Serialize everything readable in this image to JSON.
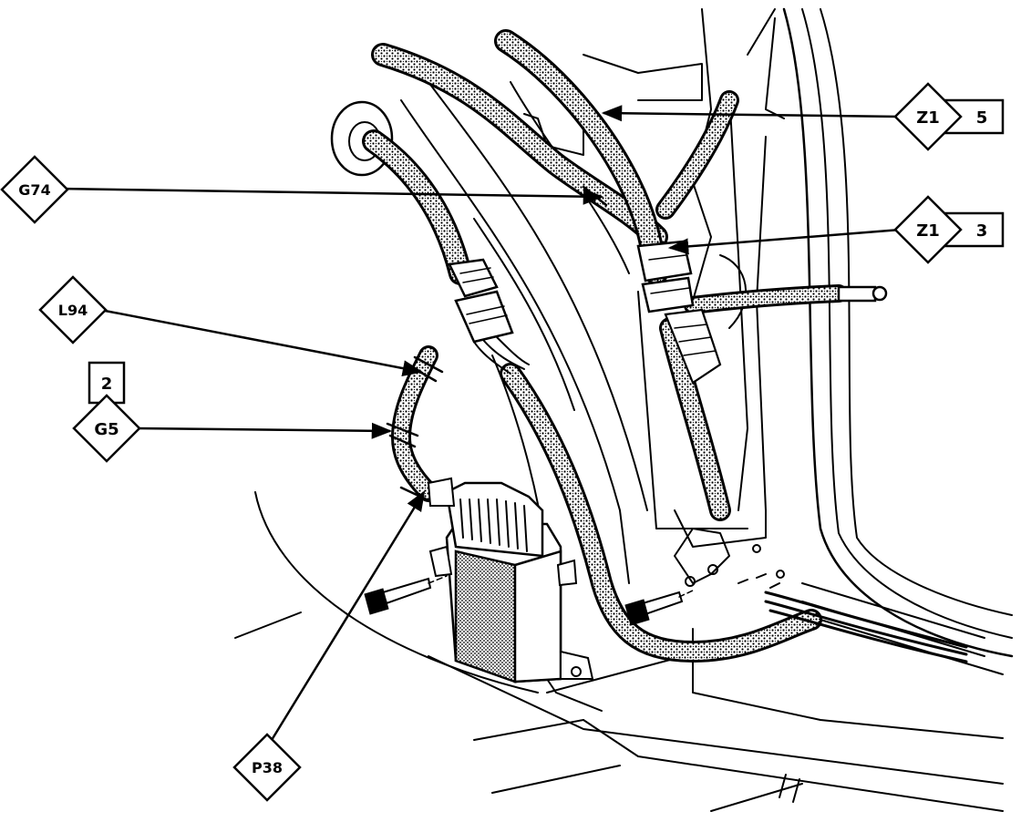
{
  "labels": {
    "g74": "G74",
    "z1_top": "Z1",
    "z1_top_num": "5",
    "z1_mid": "Z1",
    "z1_mid_num": "3",
    "l94": "L94",
    "g5": "G5",
    "g5_num": "2",
    "p38": "P38"
  },
  "colors": {
    "ink": "#000000",
    "paper": "#ffffff",
    "harness_fill": "#7a7a7a"
  }
}
